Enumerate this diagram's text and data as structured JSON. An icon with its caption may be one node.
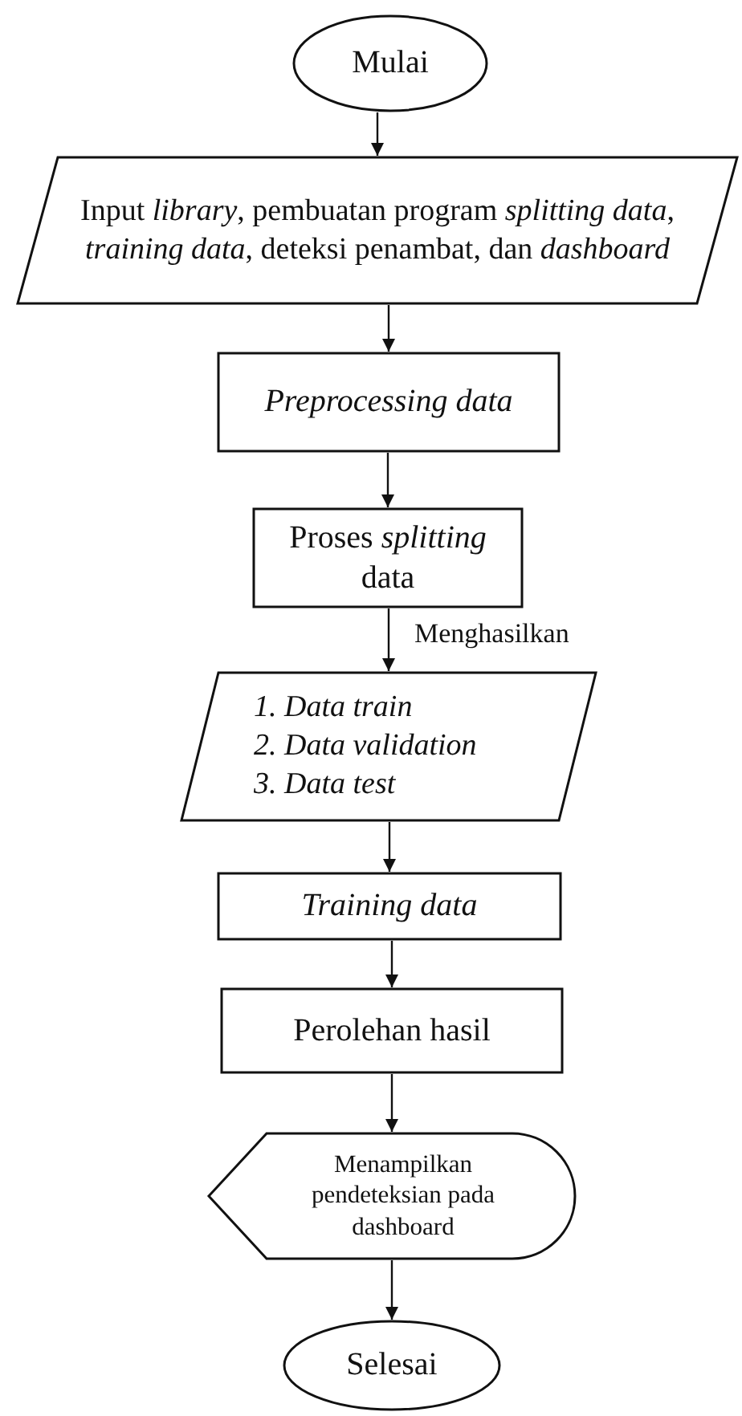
{
  "diagram": {
    "nodes": [
      {
        "text": [
          "Mulai"
        ]
      },
      {
        "text": [
          "Input *library*, pembuatan program *splitting data*, *training data*, deteksi penambat, dan *dashboard*"
        ]
      },
      {
        "text": [
          "Preprocessing data"
        ]
      },
      {
        "text": [
          "Proses *splitting* data"
        ]
      },
      {
        "text": [
          "1. Data train",
          "2. Data validation",
          "3. Data test"
        ]
      },
      {
        "text": [
          "Training data"
        ]
      },
      {
        "text": [
          "Perolehan hasil"
        ]
      },
      {
        "text": [
          "Menampilkan pendeteksian pada dashboard"
        ]
      },
      {
        "text": [
          "Selesai"
        ]
      }
    ],
    "edges": [
      {
        "from": 0,
        "to": 1,
        "arrow": "to"
      },
      {
        "from": 1,
        "to": 2,
        "arrow": "to"
      },
      {
        "from": 2,
        "to": 3,
        "arrow": "to"
      },
      {
        "from": 3,
        "to": 4,
        "arrow": "to",
        "label": "Menghasilkan"
      },
      {
        "from": 4,
        "to": 5,
        "arrow": "to"
      },
      {
        "from": 5,
        "to": 6,
        "arrow": "to"
      },
      {
        "from": 6,
        "to": 7,
        "arrow": "to"
      },
      {
        "from": 7,
        "to": 8,
        "arrow": "to"
      }
    ]
  }
}
